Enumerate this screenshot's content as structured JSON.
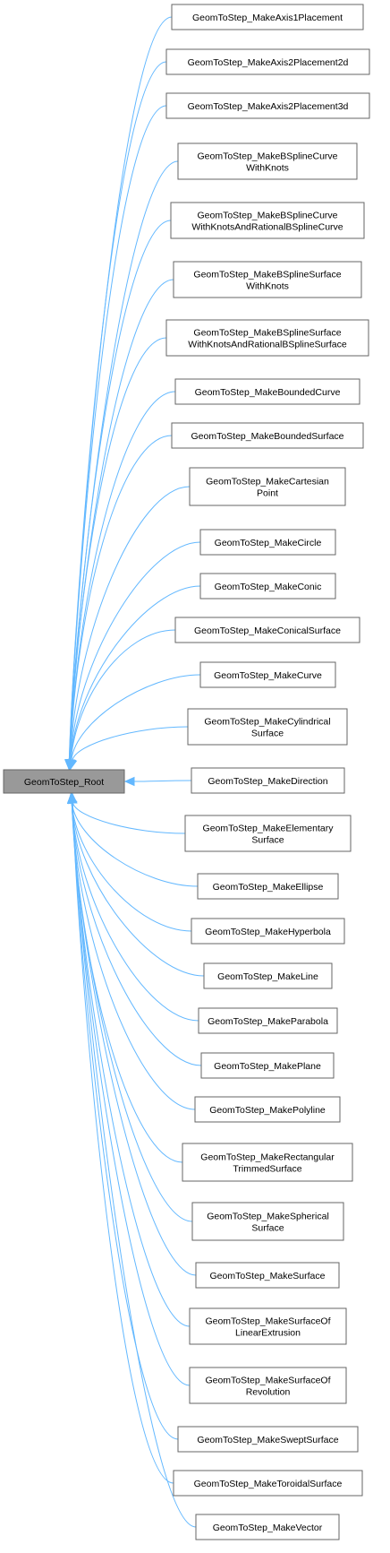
{
  "root": {
    "label": "GeomToStep_Root"
  },
  "children": [
    {
      "lines": [
        "GeomToStep_MakeAxis1Placement"
      ]
    },
    {
      "lines": [
        "GeomToStep_MakeAxis2Placement2d"
      ]
    },
    {
      "lines": [
        "GeomToStep_MakeAxis2Placement3d"
      ]
    },
    {
      "lines": [
        "GeomToStep_MakeBSplineCurve",
        "WithKnots"
      ]
    },
    {
      "lines": [
        "GeomToStep_MakeBSplineCurve",
        "WithKnotsAndRationalBSplineCurve"
      ]
    },
    {
      "lines": [
        "GeomToStep_MakeBSplineSurface",
        "WithKnots"
      ]
    },
    {
      "lines": [
        "GeomToStep_MakeBSplineSurface",
        "WithKnotsAndRationalBSplineSurface"
      ]
    },
    {
      "lines": [
        "GeomToStep_MakeBoundedCurve"
      ]
    },
    {
      "lines": [
        "GeomToStep_MakeBoundedSurface"
      ]
    },
    {
      "lines": [
        "GeomToStep_MakeCartesian",
        "Point"
      ]
    },
    {
      "lines": [
        "GeomToStep_MakeCircle"
      ]
    },
    {
      "lines": [
        "GeomToStep_MakeConic"
      ]
    },
    {
      "lines": [
        "GeomToStep_MakeConicalSurface"
      ]
    },
    {
      "lines": [
        "GeomToStep_MakeCurve"
      ]
    },
    {
      "lines": [
        "GeomToStep_MakeCylindrical",
        "Surface"
      ]
    },
    {
      "lines": [
        "GeomToStep_MakeDirection"
      ]
    },
    {
      "lines": [
        "GeomToStep_MakeElementary",
        "Surface"
      ]
    },
    {
      "lines": [
        "GeomToStep_MakeEllipse"
      ]
    },
    {
      "lines": [
        "GeomToStep_MakeHyperbola"
      ]
    },
    {
      "lines": [
        "GeomToStep_MakeLine"
      ]
    },
    {
      "lines": [
        "GeomToStep_MakeParabola"
      ]
    },
    {
      "lines": [
        "GeomToStep_MakePlane"
      ]
    },
    {
      "lines": [
        "GeomToStep_MakePolyline"
      ]
    },
    {
      "lines": [
        "GeomToStep_MakeRectangular",
        "TrimmedSurface"
      ]
    },
    {
      "lines": [
        "GeomToStep_MakeSpherical",
        "Surface"
      ]
    },
    {
      "lines": [
        "GeomToStep_MakeSurface"
      ]
    },
    {
      "lines": [
        "GeomToStep_MakeSurfaceOf",
        "LinearExtrusion"
      ]
    },
    {
      "lines": [
        "GeomToStep_MakeSurfaceOf",
        "Revolution"
      ]
    },
    {
      "lines": [
        "GeomToStep_MakeSweptSurface"
      ]
    },
    {
      "lines": [
        "GeomToStep_MakeToroidalSurface"
      ]
    },
    {
      "lines": [
        "GeomToStep_MakeVector"
      ]
    }
  ],
  "colors": {
    "edge": "#63b8ff",
    "root_fill": "#999999",
    "node_border": "#666666"
  }
}
